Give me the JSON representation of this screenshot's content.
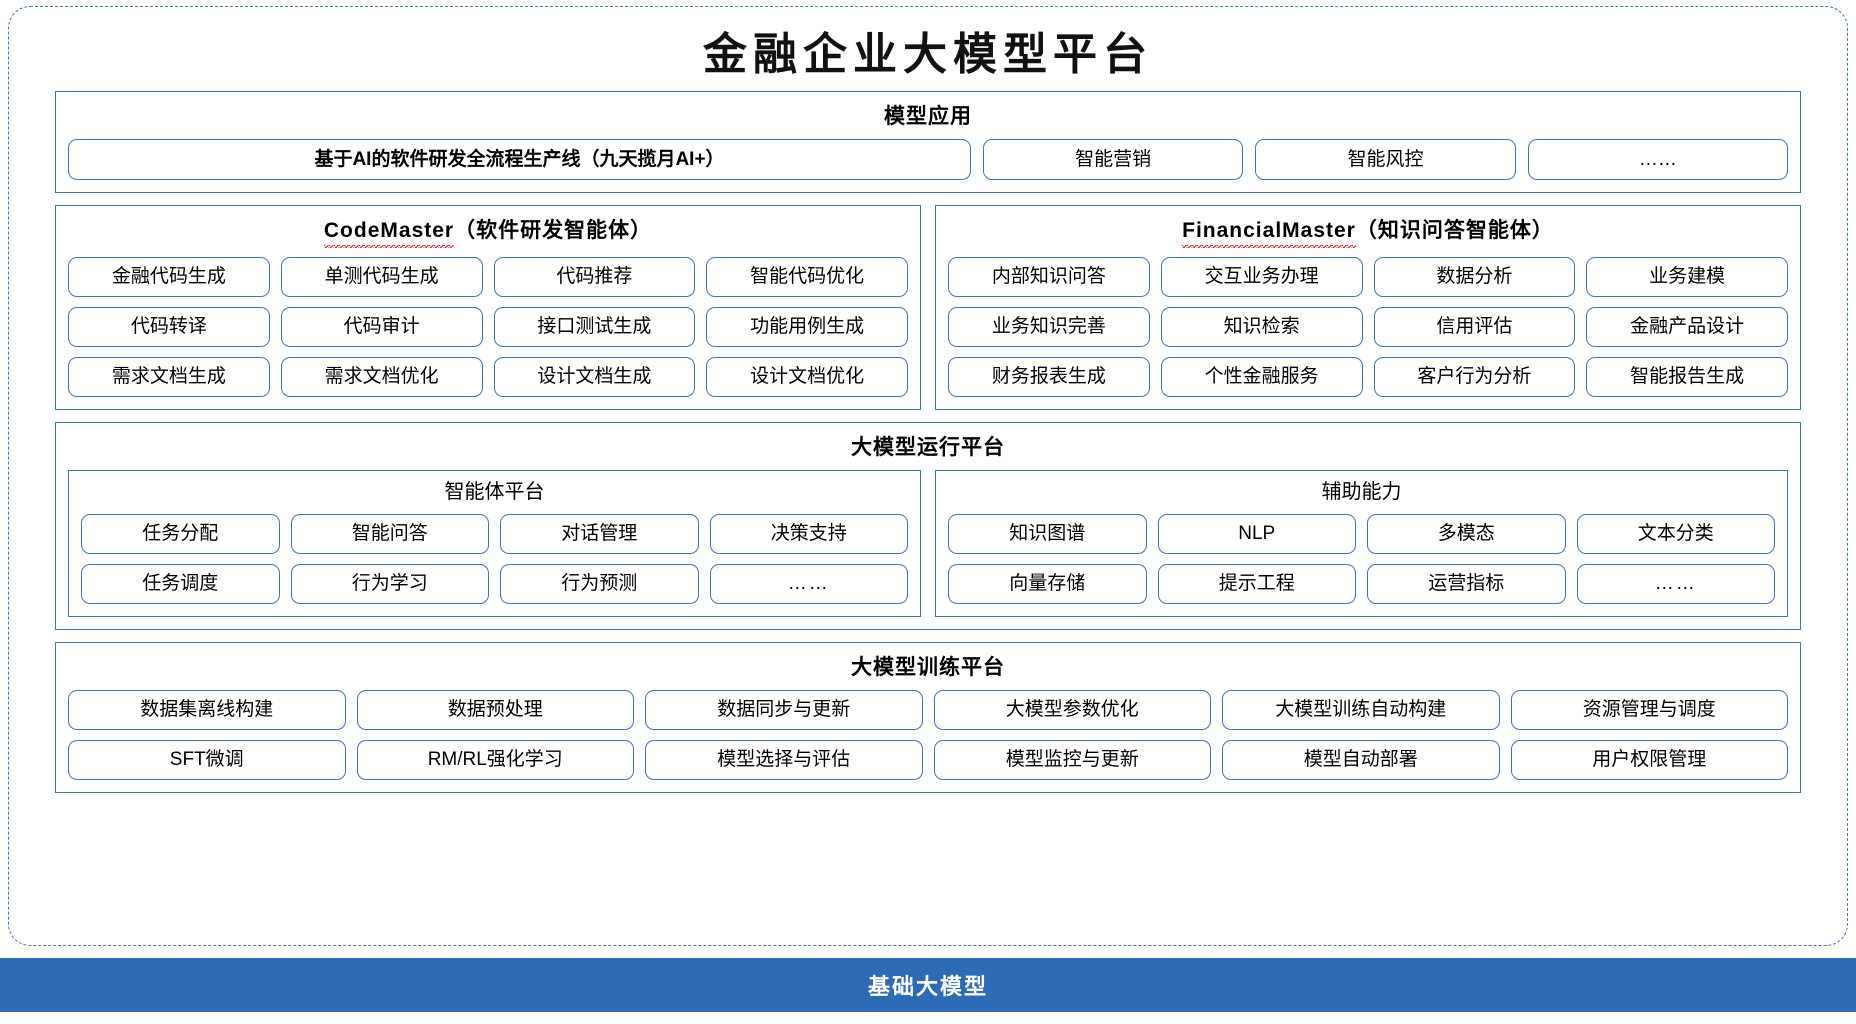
{
  "title": "金融企业大模型平台",
  "app_layer": {
    "heading": "模型应用",
    "primary": "基于AI的软件研发全流程生产线（九天揽月AI+）",
    "others": [
      "智能营销",
      "智能风控",
      "……"
    ]
  },
  "code_master": {
    "name": "CodeMaster",
    "suffix": "（软件研发智能体）",
    "rows": [
      [
        "金融代码生成",
        "单测代码生成",
        "代码推荐",
        "智能代码优化"
      ],
      [
        "代码转译",
        "代码审计",
        "接口测试生成",
        "功能用例生成"
      ],
      [
        "需求文档生成",
        "需求文档优化",
        "设计文档生成",
        "设计文档优化"
      ]
    ]
  },
  "financial_master": {
    "name": "FinancialMaster",
    "suffix": "（知识问答智能体）",
    "rows": [
      [
        "内部知识问答",
        "交互业务办理",
        "数据分析",
        "业务建模"
      ],
      [
        "业务知识完善",
        "知识检索",
        "信用评估",
        "金融产品设计"
      ],
      [
        "财务报表生成",
        "个性金融服务",
        "客户行为分析",
        "智能报告生成"
      ]
    ]
  },
  "run_platform": {
    "heading": "大模型运行平台",
    "agent_platform": {
      "heading": "智能体平台",
      "rows": [
        [
          "任务分配",
          "智能问答",
          "对话管理",
          "决策支持"
        ],
        [
          "任务调度",
          "行为学习",
          "行为预测",
          "……"
        ]
      ]
    },
    "aux_capability": {
      "heading": "辅助能力",
      "rows": [
        [
          "知识图谱",
          "NLP",
          "多模态",
          "文本分类"
        ],
        [
          "向量存储",
          "提示工程",
          "运营指标",
          "……"
        ]
      ]
    }
  },
  "train_platform": {
    "heading": "大模型训练平台",
    "rows": [
      [
        "数据集离线构建",
        "数据预处理",
        "数据同步与更新",
        "大模型参数优化",
        "大模型训练自动构建",
        "资源管理与调度"
      ],
      [
        "SFT微调",
        "RM/RL强化学习",
        "模型选择与评估",
        "模型监控与更新",
        "模型自动部署",
        "用户权限管理"
      ]
    ]
  },
  "footer": {
    "label": "基础大模型"
  },
  "colors": {
    "accent_border": "#4472c4",
    "footer_bg": "#2e6bb5",
    "spellcheck": "#e8222a"
  }
}
